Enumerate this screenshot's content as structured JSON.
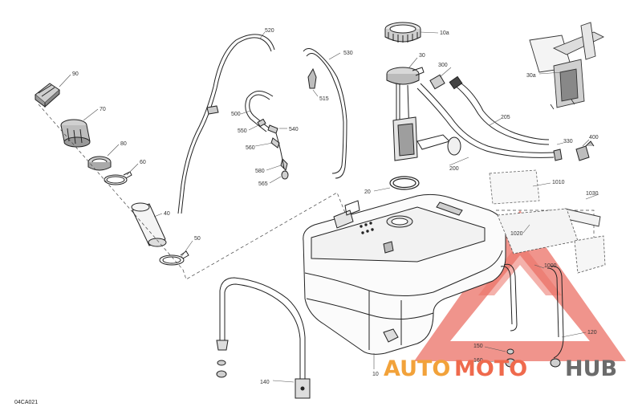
{
  "diagram": {
    "ref_code": "04CA021",
    "parts": [
      "10a",
      "30",
      "300",
      "30a",
      "90",
      "70",
      "80",
      "60",
      "40",
      "50",
      "20",
      "205",
      "330",
      "400",
      "200",
      "1010",
      "1030",
      "1020",
      "1000",
      "120",
      "150",
      "160",
      "10",
      "140",
      "520",
      "530",
      "515",
      "500",
      "550",
      "540",
      "560",
      "580",
      "565"
    ]
  },
  "watermark": {
    "auto": "AUTO",
    "moto": "MOTO",
    "hub": "HUB",
    "colors": {
      "auto": "#f2a23a",
      "moto": "#ef6a4d",
      "hub": "#6b6b6b",
      "triangle": "#e8584b"
    }
  }
}
